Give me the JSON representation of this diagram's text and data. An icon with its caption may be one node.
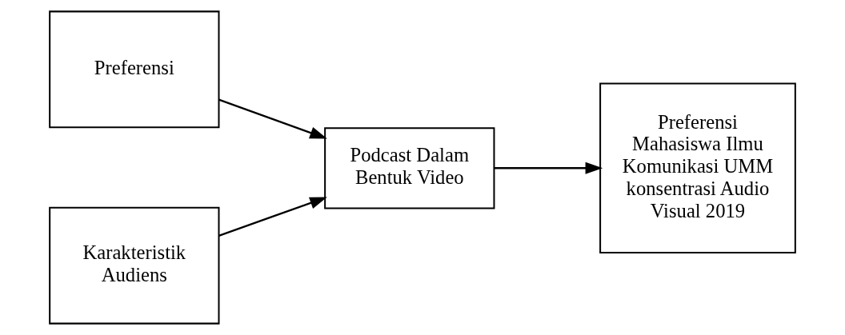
{
  "diagram": {
    "nodes": [
      {
        "text": [
          "Preferensi"
        ]
      },
      {
        "text": [
          "Karakteristik Audiens"
        ]
      },
      {
        "text": [
          "Podcast Dalam Bentuk Video"
        ]
      },
      {
        "text": [
          "Preferensi Mahasiswa Ilmu Komunikasi UMM konsentrasi Audio Visual 2019"
        ]
      }
    ],
    "edges": [
      {
        "from": 0,
        "to": 2,
        "arrow": "to"
      },
      {
        "from": 1,
        "to": 2,
        "arrow": "to"
      },
      {
        "from": 2,
        "to": 3,
        "arrow": "to"
      }
    ]
  }
}
